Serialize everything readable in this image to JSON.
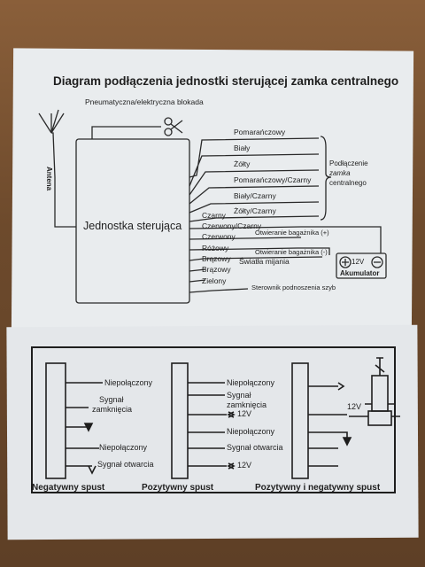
{
  "title": "Diagram podłączenia jednostki sterującej zamka centralnego",
  "top": {
    "blockade_label": "Pneumatyczna/elektryczna blokada",
    "antenna_label": "Antena",
    "unit_label": "Jednostka sterująca",
    "right_wires": [
      "Pomarańczowy",
      "Biały",
      "Żółty",
      "Pomarańczowy/Czarny",
      "Biały/Czarny",
      "Żółty/Czarny"
    ],
    "right_group_label": [
      "Podłączenie",
      "zamka",
      "centralnego"
    ],
    "bottom_wires": [
      "Czarny",
      "Czerwony/Czarny",
      "Czerwony",
      "Różowy",
      "Brązowy",
      "Brązowy",
      "Zielony"
    ],
    "trunk_plus": "Otwieranie bagażnika  (+)",
    "trunk_minus": "Otwieranie bagażnika  (-)",
    "low_beam": "Światła mijania",
    "window_label": "Sterownik podnoszenia szyb",
    "battery_voltage": "12V",
    "battery_label": "Akumulator"
  },
  "bottom": {
    "panel1": {
      "not_connected_1": "Niepołączony",
      "lock_signal": [
        "Sygnał",
        "zamknięcia"
      ],
      "not_connected_2": "Niepołączony",
      "open_signal": "Sygnał otwarcia",
      "caption": "Negatywny spust"
    },
    "panel2": {
      "not_connected_1": "Niepołączony",
      "lock_signal": [
        "Sygnał",
        "zamknięcia"
      ],
      "v12_a": "12V",
      "not_connected_2": "Niepołączony",
      "open_signal": "Sygnał otwarcia",
      "v12_b": "12V",
      "caption": "Pozytywny spust"
    },
    "panel3": {
      "v12": "12V",
      "caption": "Pozytywny i negatywny spust"
    }
  }
}
